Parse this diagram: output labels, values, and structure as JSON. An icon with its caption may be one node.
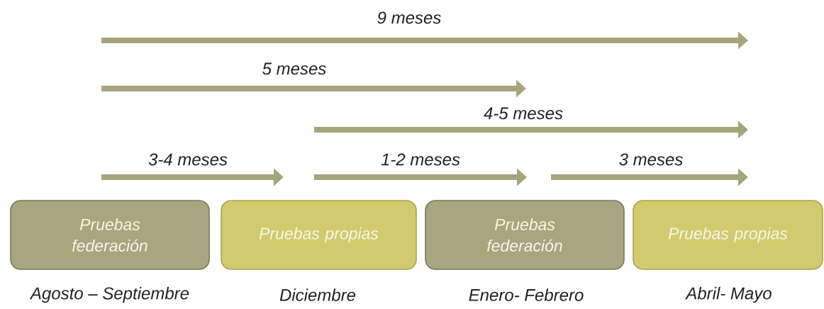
{
  "diagram": {
    "nodes": [
      {
        "text": [
          "Pruebas federación"
        ],
        "beside": [
          "Agosto – Septiembre"
        ]
      },
      {
        "text": [
          "Pruebas propias"
        ],
        "beside": [
          "Diciembre"
        ]
      },
      {
        "text": [
          "Pruebas federación"
        ],
        "beside": [
          "Enero- Febrero"
        ]
      },
      {
        "text": [
          "Pruebas propias"
        ],
        "beside": [
          "Abril- Mayo"
        ]
      }
    ],
    "labels": [
      "9 meses",
      "5 meses",
      "4-5 meses",
      "3-4 meses",
      "1-2 meses",
      "3 meses"
    ]
  }
}
